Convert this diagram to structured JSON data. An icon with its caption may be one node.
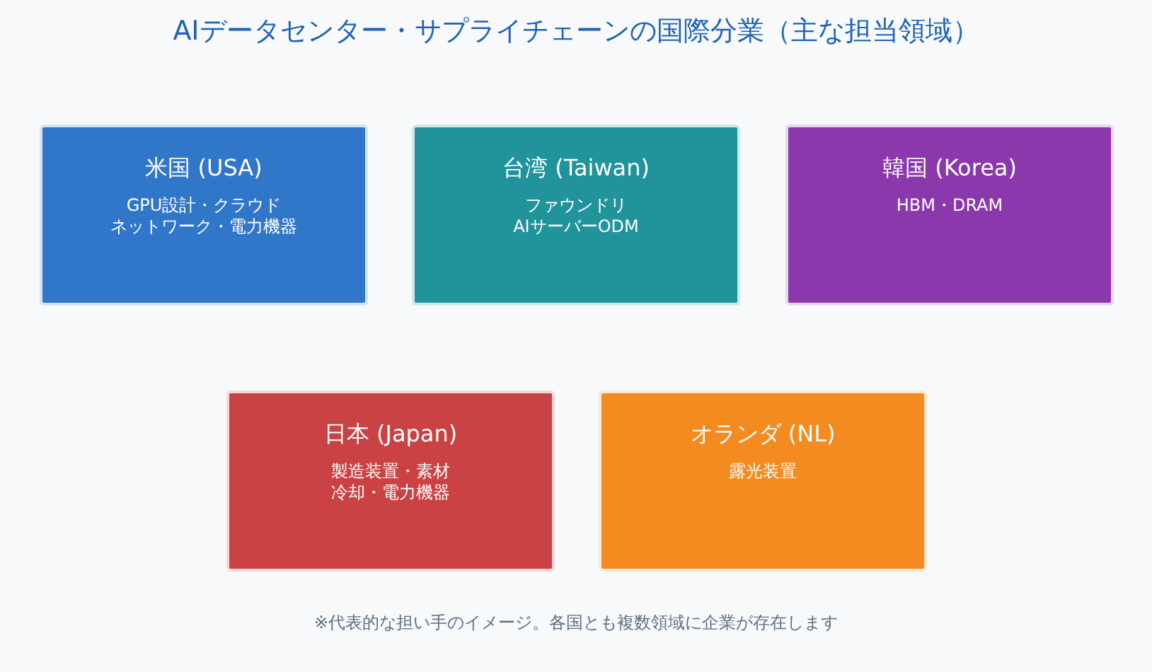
{
  "diagram": {
    "title": "AIデータセンター・サプライチェーンの国際分業（主な担当領域）",
    "caption": "※代表的な担い手のイメージ。各国とも複数領域に企業が存在します",
    "nodes": [
      {
        "text": [
          "米国 (USA)",
          "GPU設計・クラウド",
          "ネットワーク・電力機器"
        ]
      },
      {
        "text": [
          "台湾 (Taiwan)",
          "ファウンドリ",
          "AIサーバーODM"
        ]
      },
      {
        "text": [
          "韓国 (Korea)",
          "HBM・DRAM"
        ]
      },
      {
        "text": [
          "日本 (Japan)",
          "製造装置・素材",
          "冷却・電力機器"
        ]
      },
      {
        "text": [
          "オランダ (NL)",
          "露光装置"
        ]
      }
    ]
  }
}
